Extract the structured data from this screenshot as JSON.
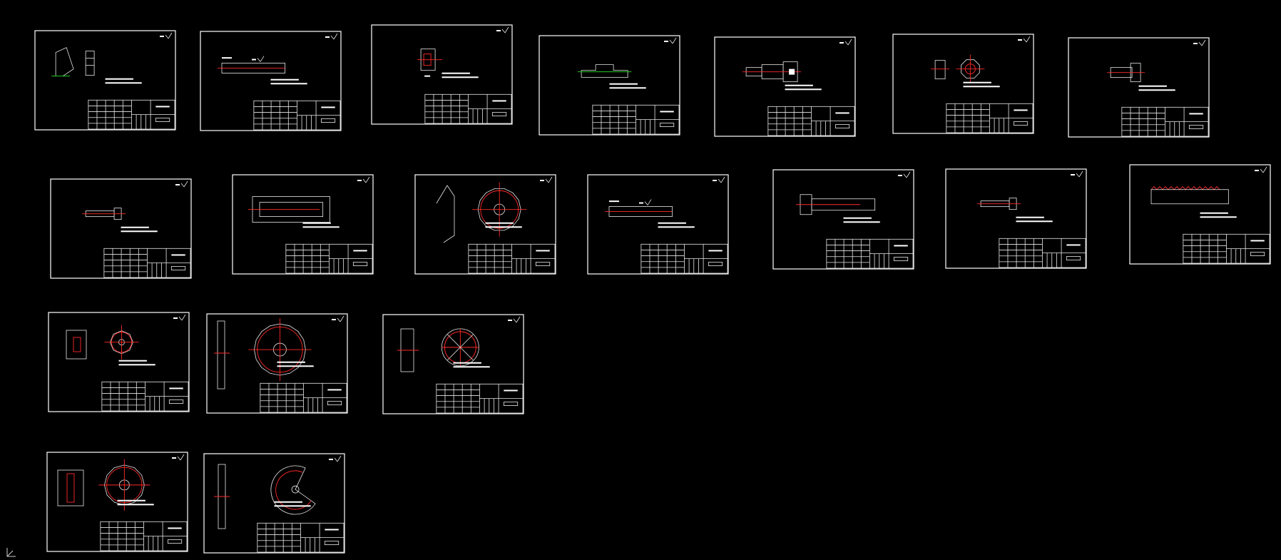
{
  "app": {
    "name": "",
    "view": "model-space"
  },
  "colors": {
    "background": "#000000",
    "line": "#ffffff",
    "centerline": "#ff2a2a",
    "dimension_accent": "#22cc22"
  },
  "sheets": [
    {
      "id": "sheet-1",
      "view": "fork"
    },
    {
      "id": "sheet-2",
      "view": "flat-bar"
    },
    {
      "id": "sheet-3",
      "view": "sleeve"
    },
    {
      "id": "sheet-4",
      "view": "block"
    },
    {
      "id": "sheet-5",
      "view": "stepped-shaft"
    },
    {
      "id": "sheet-6",
      "view": "nut"
    },
    {
      "id": "sheet-7",
      "view": "bushing"
    },
    {
      "id": "sheet-8",
      "view": "pin"
    },
    {
      "id": "sheet-9",
      "view": "tube"
    },
    {
      "id": "sheet-10",
      "view": "bevel-gear"
    },
    {
      "id": "sheet-11",
      "view": "long-bar"
    },
    {
      "id": "sheet-12",
      "view": "flanged-sleeve"
    },
    {
      "id": "sheet-13",
      "view": "screw"
    },
    {
      "id": "sheet-14",
      "view": "lead-screw"
    },
    {
      "id": "sheet-15",
      "view": "spur-gear-small"
    },
    {
      "id": "sheet-16",
      "view": "spur-gear-large"
    },
    {
      "id": "sheet-17",
      "view": "handwheel"
    },
    {
      "id": "sheet-18",
      "view": "gear-hub"
    },
    {
      "id": "sheet-19",
      "view": "sector-gear"
    }
  ],
  "icons": {
    "ucs": "ucs-axis-icon"
  }
}
